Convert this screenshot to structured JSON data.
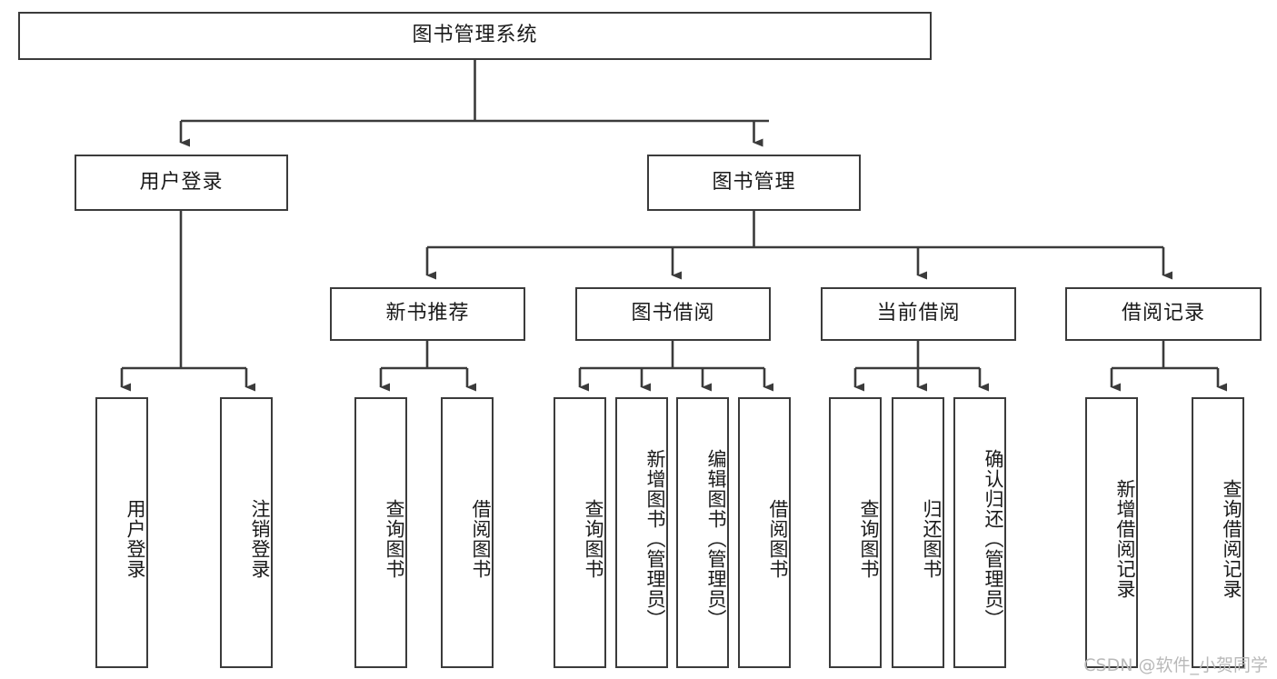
{
  "diagram": {
    "title": "图书管理系统",
    "type": "tree",
    "watermark": "CSDN @软件_小贺同学",
    "colors": {
      "border": "#3b3b3b",
      "background": "#ffffff",
      "text": "#1a1a1a",
      "watermark": "#b9b9b9"
    },
    "nodes": {
      "root": {
        "label": "图书管理系统"
      },
      "level2": [
        {
          "id": "user-login",
          "label": "用户登录"
        },
        {
          "id": "book-manage",
          "label": "图书管理"
        }
      ],
      "level3": [
        {
          "id": "new-book-recommend",
          "label": "新书推荐"
        },
        {
          "id": "book-borrow",
          "label": "图书借阅"
        },
        {
          "id": "current-borrow",
          "label": "当前借阅"
        },
        {
          "id": "borrow-record",
          "label": "借阅记录"
        }
      ],
      "leaves": {
        "user_login": [
          {
            "id": "leaf-user-login",
            "label": "用户登录"
          },
          {
            "id": "leaf-logout-login",
            "label": "注销登录"
          }
        ],
        "new_book_recommend": [
          {
            "id": "leaf-query-book-1",
            "label": "查询图书"
          },
          {
            "id": "leaf-borrow-book-1",
            "label": "借阅图书"
          }
        ],
        "book_borrow": [
          {
            "id": "leaf-query-book-2",
            "label": "查询图书"
          },
          {
            "id": "leaf-add-book",
            "label": "新增图书（管理员）"
          },
          {
            "id": "leaf-edit-book",
            "label": "编辑图书（管理员）"
          },
          {
            "id": "leaf-borrow-book-2",
            "label": "借阅图书"
          }
        ],
        "current_borrow": [
          {
            "id": "leaf-query-book-3",
            "label": "查询图书"
          },
          {
            "id": "leaf-return-book",
            "label": "归还图书"
          },
          {
            "id": "leaf-confirm-return",
            "label": "确认归还（管理员）"
          }
        ],
        "borrow_record": [
          {
            "id": "leaf-add-borrow-record",
            "label": "新增借阅记录"
          },
          {
            "id": "leaf-query-borrow-record",
            "label": "查询借阅记录"
          }
        ]
      }
    }
  }
}
